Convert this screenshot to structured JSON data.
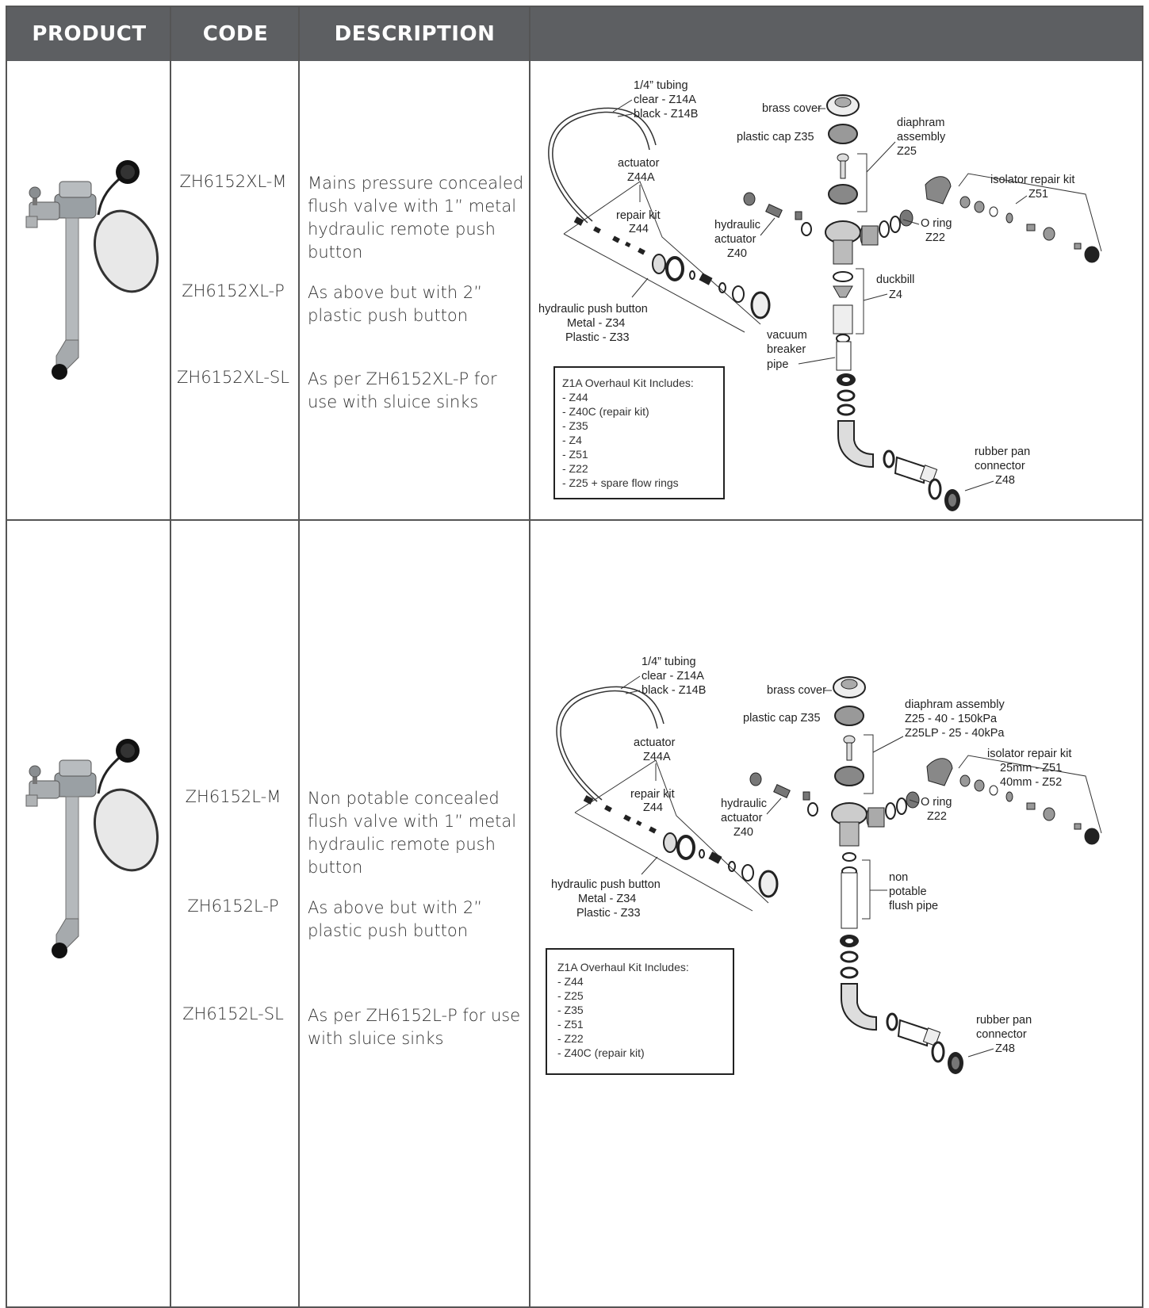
{
  "header": {
    "product": "PRODUCT",
    "code": "CODE",
    "description": "DESCRIPTION"
  },
  "rows": [
    {
      "items": [
        {
          "code": "ZH6152XL-M",
          "description": "Mains pressure concealed flush valve with 1” metal hydraulic remote push button"
        },
        {
          "code": "ZH6152XL-P",
          "description": "As above but with 2” plastic push button"
        },
        {
          "code": "ZH6152XL-SL",
          "description": "As per ZH6152XL-P for use with sluice sinks"
        }
      ],
      "diagram": {
        "tubing": [
          "1/4” tubing",
          "clear - Z14A",
          "black - Z14B"
        ],
        "brass_cover": "brass cover",
        "plastic_cap": "plastic cap Z35",
        "diaphram": [
          "diaphram",
          "assembly",
          "Z25"
        ],
        "isolator": [
          "isolator repair kit",
          "Z51"
        ],
        "actuator": [
          "actuator",
          "Z44A"
        ],
        "repair_kit": [
          "repair kit",
          "Z44"
        ],
        "hydraulic_actuator": [
          "hydraulic",
          "actuator",
          "Z40"
        ],
        "o_ring": [
          "O ring",
          "Z22"
        ],
        "duckbill": [
          "duckbill",
          "Z4"
        ],
        "push_button": [
          "hydraulic push button",
          "Metal - Z34",
          "Plastic - Z33"
        ],
        "pipe": [
          "vacuum",
          "breaker",
          "pipe"
        ],
        "rubber_pan": [
          "rubber pan",
          "connector",
          "Z48"
        ],
        "kit_title": "Z1A Overhaul Kit Includes:",
        "kit_items": [
          "- Z44",
          "- Z40C (repair kit)",
          "- Z35",
          "- Z4",
          "- Z51",
          "- Z22",
          "- Z25 + spare flow rings"
        ]
      }
    },
    {
      "items": [
        {
          "code": "ZH6152L-M",
          "description": "Non potable concealed flush valve with 1” metal hydraulic remote push button"
        },
        {
          "code": "ZH6152L-P",
          "description": "As above but with 2” plastic push button"
        },
        {
          "code": "ZH6152L-SL",
          "description": "As per ZH6152L-P for use with sluice sinks"
        }
      ],
      "diagram": {
        "tubing": [
          "1/4” tubing",
          "clear - Z14A",
          "black - Z14B"
        ],
        "brass_cover": "brass cover",
        "plastic_cap": "plastic cap Z35",
        "diaphram": [
          "diaphram assembly",
          "Z25 - 40 - 150kPa",
          "Z25LP - 25 - 40kPa"
        ],
        "isolator": [
          "isolator repair kit",
          "25mm - Z51",
          "40mm - Z52"
        ],
        "actuator": [
          "actuator",
          "Z44A"
        ],
        "repair_kit": [
          "repair kit",
          "Z44"
        ],
        "hydraulic_actuator": [
          "hydraulic",
          "actuator",
          "Z40"
        ],
        "o_ring": [
          "O ring",
          "Z22"
        ],
        "pipe": [
          "non",
          "potable",
          "flush pipe"
        ],
        "push_button": [
          "hydraulic push button",
          "Metal - Z34",
          "Plastic - Z33"
        ],
        "rubber_pan": [
          "rubber pan",
          "connector",
          "Z48"
        ],
        "kit_title": "Z1A Overhaul Kit Includes:",
        "kit_items": [
          "- Z44",
          "- Z25",
          "- Z35",
          "- Z51",
          "- Z22",
          "- Z40C (repair kit)"
        ]
      }
    }
  ]
}
